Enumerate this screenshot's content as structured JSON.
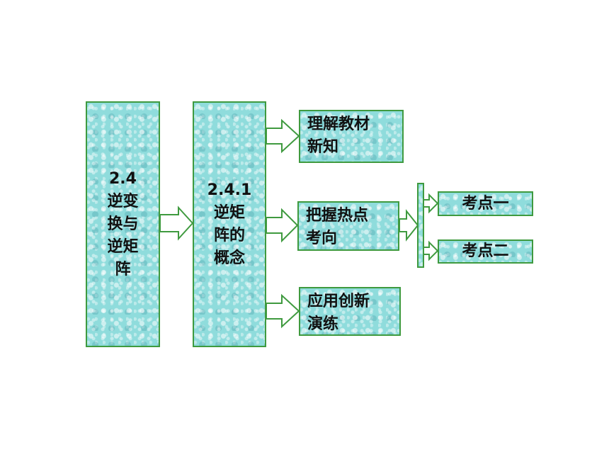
{
  "root": {
    "label": "2.4\n逆变\n换与\n逆矩\n阵"
  },
  "section": {
    "label": "2.4.1\n逆矩\n阵的\n概念"
  },
  "branches": {
    "b1": "理解教材\n新知",
    "b2": "把握热点\n考向",
    "b3": "应用创新\n演练"
  },
  "subs": {
    "s1": "考点一",
    "s2": "考点二"
  }
}
